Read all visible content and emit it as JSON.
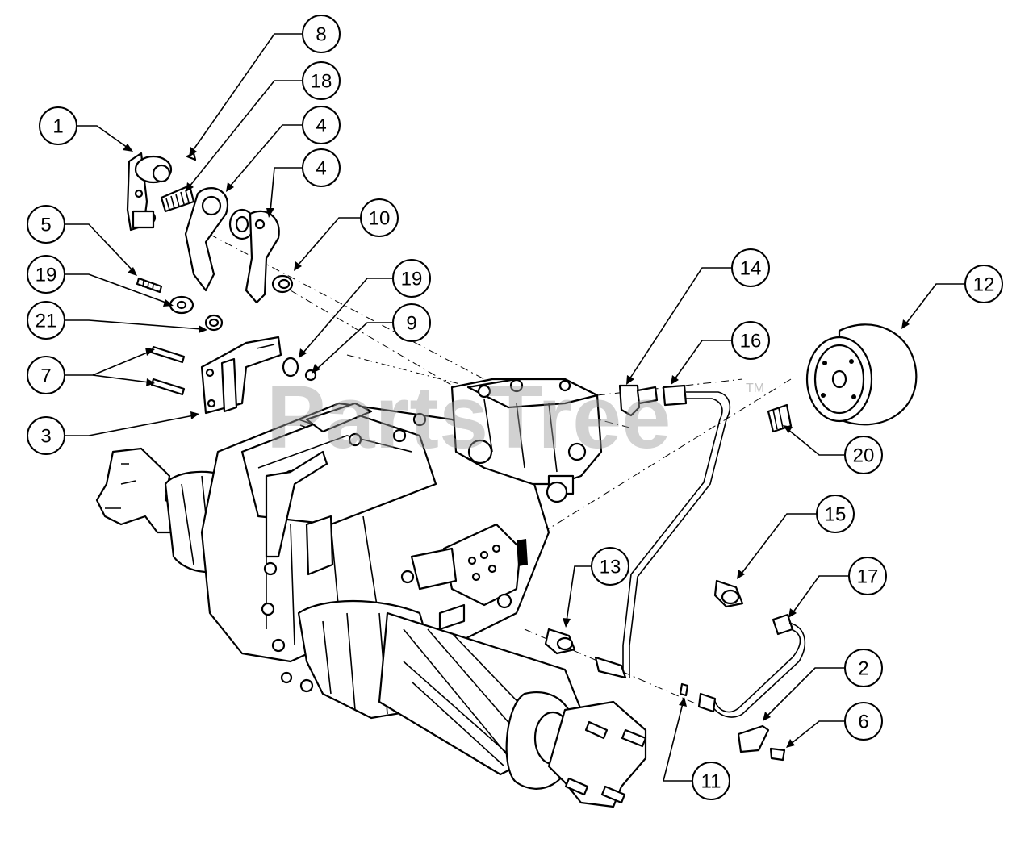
{
  "watermark": {
    "text": "PartsTree",
    "tm": "TM"
  },
  "callouts": [
    {
      "num": "8"
    },
    {
      "num": "18"
    },
    {
      "num": "1"
    },
    {
      "num": "4"
    },
    {
      "num": "4"
    },
    {
      "num": "10"
    },
    {
      "num": "5"
    },
    {
      "num": "19"
    },
    {
      "num": "21"
    },
    {
      "num": "19"
    },
    {
      "num": "9"
    },
    {
      "num": "7"
    },
    {
      "num": "3"
    },
    {
      "num": "14"
    },
    {
      "num": "16"
    },
    {
      "num": "12"
    },
    {
      "num": "20"
    },
    {
      "num": "15"
    },
    {
      "num": "13"
    },
    {
      "num": "17"
    },
    {
      "num": "2"
    },
    {
      "num": "6"
    },
    {
      "num": "11"
    }
  ]
}
